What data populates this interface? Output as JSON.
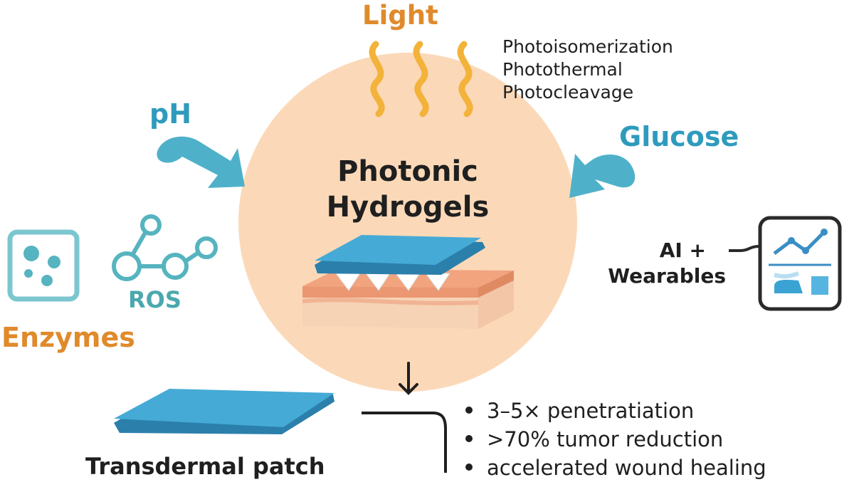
{
  "stimuli": {
    "light": "Light",
    "ph": "pH",
    "glucose": "Glucose",
    "ros": "ROS",
    "enzymes": "Enzymes"
  },
  "light_mechanisms": [
    "Photoisomerization",
    "Photothermal",
    "Photocleavage"
  ],
  "center": {
    "title_line1": "Photonic",
    "title_line2": "Hydrogels"
  },
  "ai": {
    "line1": "AI +",
    "line2": "Wearables"
  },
  "patch": {
    "label": "Transdermal patch"
  },
  "outcomes": [
    "3–5× penetratiation",
    ">70% tumor reduction",
    "accelerated wound healing"
  ],
  "colors": {
    "orange": "#e08a2c",
    "teal": "#2e9bbd",
    "blue_patch": "#3aa3d4",
    "peach_circle": "#fbd9b8"
  }
}
